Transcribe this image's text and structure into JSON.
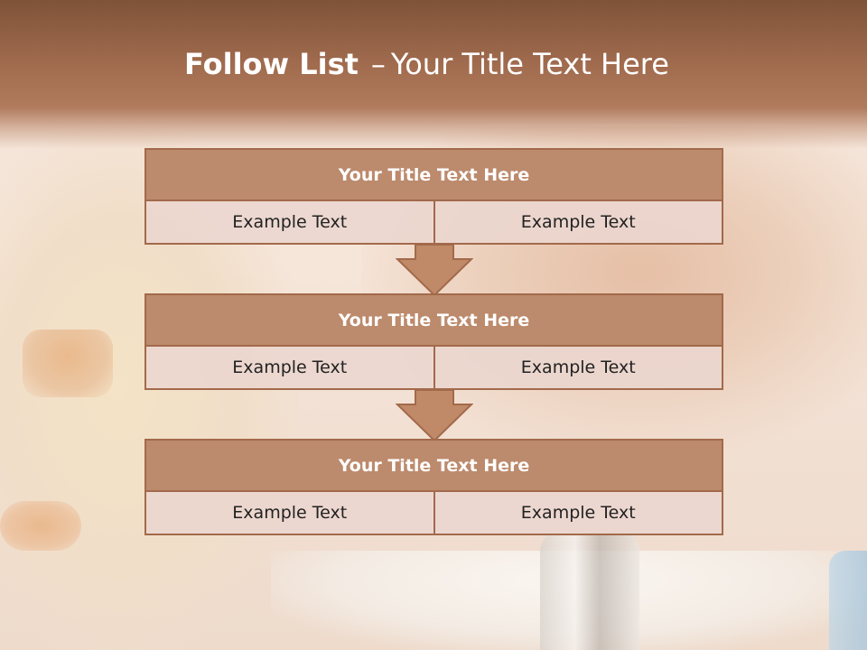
{
  "slide": {
    "title_strong": "Follow List",
    "title_dash": "–",
    "title_rest": "Your Title Text Here"
  },
  "blocks": [
    {
      "title": "Your Title Text Here",
      "left": "Example Text",
      "right": "Example Text"
    },
    {
      "title": "Your Title Text Here",
      "left": "Example Text",
      "right": "Example Text"
    },
    {
      "title": "Your Title Text Here",
      "left": "Example Text",
      "right": "Example Text"
    }
  ],
  "colors": {
    "header_band": "#a26c4f",
    "block_header": "#bc8a6c",
    "block_border": "#a26a4b",
    "cell_fill": "#ead6cf",
    "arrow_fill": "#c08a69"
  }
}
